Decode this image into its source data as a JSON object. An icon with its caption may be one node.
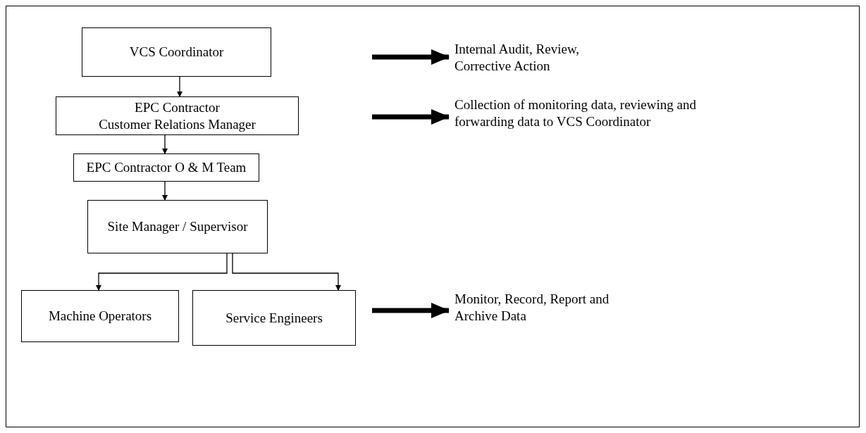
{
  "diagram": {
    "nodes": [
      {
        "text": [
          "VCS Coordinator"
        ]
      },
      {
        "text": [
          "EPC Contractor",
          "Customer Relations Manager"
        ]
      },
      {
        "text": [
          "EPC Contractor O & M Team"
        ]
      },
      {
        "text": [
          "Site Manager / Supervisor"
        ]
      },
      {
        "text": [
          "Machine Operators"
        ]
      },
      {
        "text": [
          "Service Engineers"
        ]
      },
      {
        "text": [
          "Internal Audit, Review, Corrective Action"
        ]
      },
      {
        "text": [
          "Collection of monitoring data, reviewing and forwarding data to VCS Coordinator"
        ]
      },
      {
        "text": [
          "Monitor, Record, Report and Archive Data"
        ]
      }
    ],
    "edges": [
      {
        "from": 0,
        "to": 1,
        "arrow": "to"
      },
      {
        "from": 1,
        "to": 2,
        "arrow": "to"
      },
      {
        "from": 2,
        "to": 3,
        "arrow": "to"
      },
      {
        "from": 3,
        "to": 4,
        "arrow": "to"
      },
      {
        "from": 3,
        "to": 5,
        "arrow": "to"
      },
      {
        "from": null,
        "to": 6,
        "arrow": "to",
        "style": "thick"
      },
      {
        "from": null,
        "to": 7,
        "arrow": "to",
        "style": "thick"
      },
      {
        "from": null,
        "to": 8,
        "arrow": "to",
        "style": "thick"
      }
    ]
  }
}
